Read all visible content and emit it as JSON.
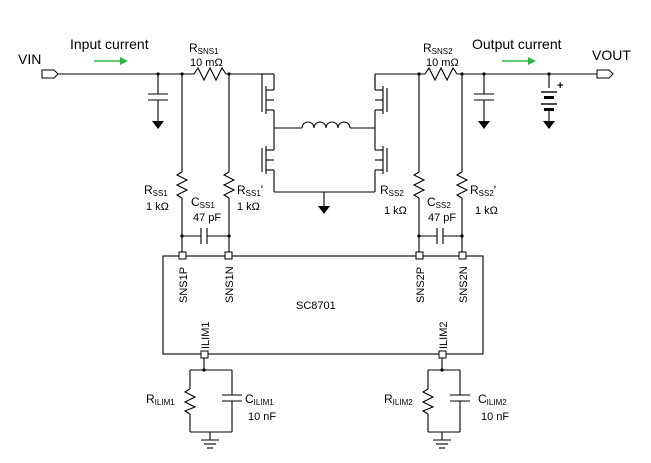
{
  "ports": {
    "vin": "VIN",
    "vout": "VOUT"
  },
  "flow": {
    "input": "Input current",
    "output": "Output current",
    "arrow_color": "#2db34a"
  },
  "rsns1": {
    "main": "R",
    "sub": "SNS1",
    "value": "10 mΩ"
  },
  "rsns2": {
    "main": "R",
    "sub": "SNS2",
    "value": "10 mΩ"
  },
  "rss1": {
    "main": "R",
    "sub": "SS1",
    "value": "1 kΩ"
  },
  "rss1b": {
    "main": "R",
    "sub": "SS1",
    "prime": "'",
    "value": "1 kΩ"
  },
  "css1": {
    "main": "C",
    "sub": "SS1",
    "value": "47 pF"
  },
  "rss2": {
    "main": "R",
    "sub": "SS2",
    "value": "1 kΩ"
  },
  "rss2b": {
    "main": "R",
    "sub": "SS2",
    "prime": "'",
    "value": "1 kΩ"
  },
  "css2": {
    "main": "C",
    "sub": "SS2",
    "value": "47 pF"
  },
  "ic": {
    "name": "SC8701",
    "pins": {
      "sns1p": "SNS1P",
      "sns1n": "SNS1N",
      "sns2p": "SNS2P",
      "sns2n": "SNS2N",
      "ilim1": "ILIM1",
      "ilim2": "ILIM2"
    }
  },
  "rilim1": {
    "main": "R",
    "sub": "ILIM1"
  },
  "cilim1": {
    "main": "C",
    "sub": "ILIM1",
    "value": "10 nF"
  },
  "rilim2": {
    "main": "R",
    "sub": "ILIM2"
  },
  "cilim2": {
    "main": "C",
    "sub": "ILIM2",
    "value": "10 nF"
  },
  "battery": {
    "plus": "+"
  }
}
